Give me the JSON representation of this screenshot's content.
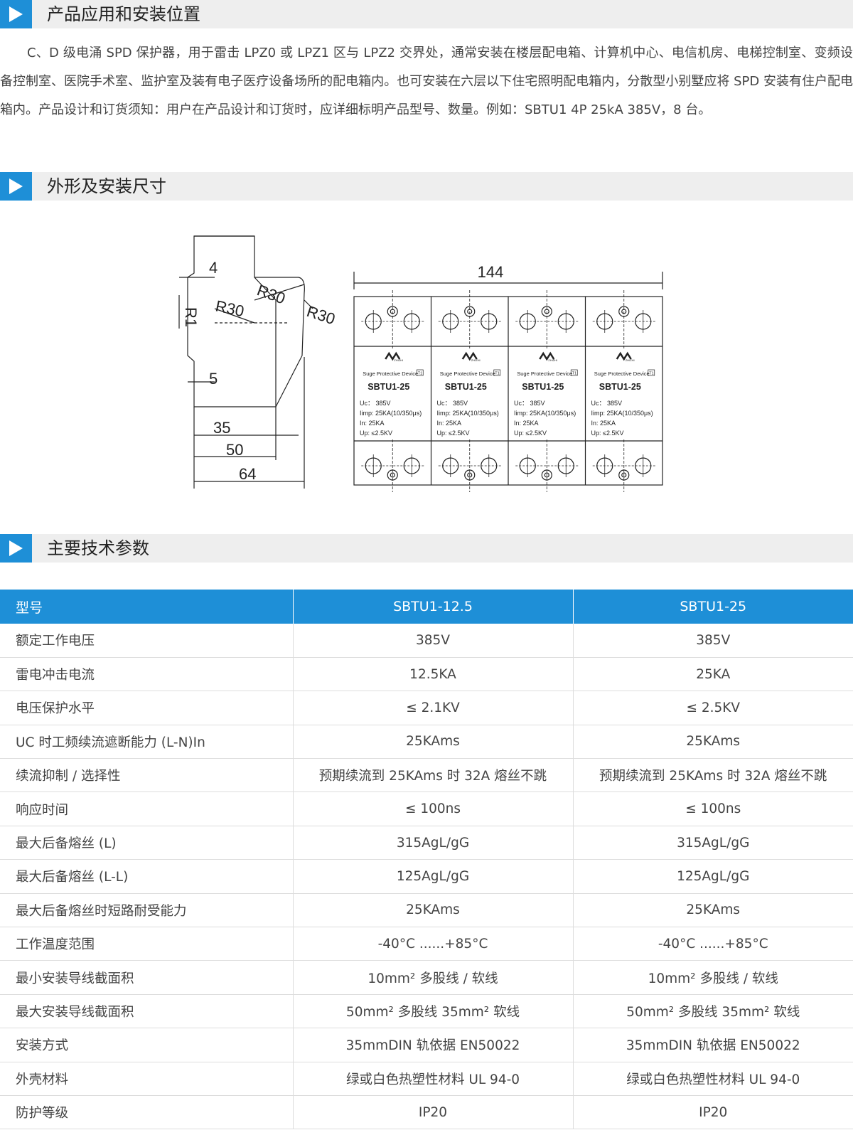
{
  "sections": {
    "application": "产品应用和安装位置",
    "dimensions": "外形及安装尺寸",
    "specs": "主要技术参数"
  },
  "intro": "C、D 级电涌 SPD 保护器，用于雷击 LPZ0 或 LPZ1 区与 LPZ2 交界处，通常安装在楼层配电箱、计算机中心、电信机房、电梯控制室、变频设备控制室、医院手术室、监护室及装有电子医疗设备场所的配电箱内。也可安装在六层以下住宅照明配电箱内，分散型小别墅应将 SPD 安装有住户配电箱内。产品设计和订货须知：用户在产品设计和订货时，应详细标明产品型号、数量。例如：SBTU1 4P 25kA 385V，8 台。",
  "drawing": {
    "side_dims": {
      "d4": "4",
      "d5": "5",
      "r1": "R1",
      "r30a": "R30",
      "r30b": "R30",
      "r30c": "R30",
      "d35": "35",
      "d50": "50",
      "d64": "64"
    },
    "front_width": "144",
    "module": {
      "brand": "ZHIZHI",
      "device": "Suge Protective Device",
      "badge": "T1",
      "model": "SBTU1-25",
      "uc": "Uc：  385V",
      "iimp": "Iimp: 25KA(10/350μs)",
      "in": "In:     25KA",
      "up": "Up:   ≤2.5KV"
    }
  },
  "table": {
    "header": [
      "型号",
      "SBTU1-12.5",
      "SBTU1-25"
    ],
    "rows": [
      [
        "额定工作电压",
        "385V",
        "385V"
      ],
      [
        "雷电冲击电流",
        "12.5KA",
        "25KA"
      ],
      [
        "电压保护水平",
        "≤ 2.1KV",
        "≤ 2.5KV"
      ],
      [
        "UC 时工频续流遮断能力 (L-N)In",
        "25KAms",
        "25KAms"
      ],
      [
        "续流抑制 / 选择性",
        "预期续流到 25KAms 时 32A 熔丝不跳",
        "预期续流到 25KAms 时 32A 熔丝不跳"
      ],
      [
        "响应时间",
        "≤ 100ns",
        "≤ 100ns"
      ],
      [
        "最大后备熔丝 (L)",
        "315AgL/gG",
        "315AgL/gG"
      ],
      [
        "最大后备熔丝 (L-L)",
        "125AgL/gG",
        "125AgL/gG"
      ],
      [
        "最大后备熔丝时短路耐受能力",
        "25KAms",
        "25KAms"
      ],
      [
        "工作温度范围",
        "-40°C ......+85°C",
        "-40°C ......+85°C"
      ],
      [
        "最小安装导线截面积",
        "10mm² 多股线 / 软线",
        "10mm² 多股线 / 软线"
      ],
      [
        "最大安装导线截面积",
        "50mm² 多股线 35mm² 软线",
        "50mm² 多股线 35mm² 软线"
      ],
      [
        "安装方式",
        "35mmDIN 轨依据 EN50022",
        "35mmDIN 轨依据 EN50022"
      ],
      [
        "外壳材料",
        "绿或白色热塑性材料 UL 94-0",
        "绿或白色热塑性材料 UL 94-0"
      ],
      [
        "防护等级",
        "IP20",
        "IP20"
      ]
    ]
  }
}
